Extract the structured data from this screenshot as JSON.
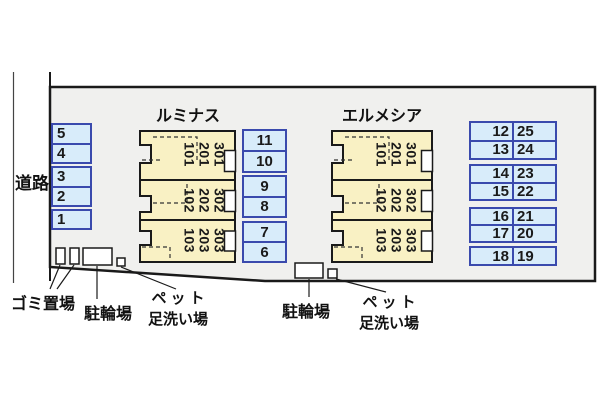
{
  "site_plan": {
    "road_label": "道路",
    "buildings": [
      {
        "name": "ルミナス",
        "units": [
          {
            "stack": [
              "301",
              "201",
              "101"
            ]
          },
          {
            "stack": [
              "302",
              "202",
              "102"
            ]
          },
          {
            "stack": [
              "303",
              "203",
              "103"
            ]
          }
        ]
      },
      {
        "name": "エルメシア",
        "units": [
          {
            "stack": [
              "301",
              "201",
              "101"
            ]
          },
          {
            "stack": [
              "302",
              "202",
              "102"
            ]
          },
          {
            "stack": [
              "303",
              "203",
              "103"
            ]
          }
        ]
      }
    ],
    "parking": {
      "left_column": [
        "5",
        "4",
        "3",
        "2",
        "1"
      ],
      "middle_column": [
        "11",
        "10",
        "9",
        "8",
        "7",
        "6"
      ],
      "right_grid": [
        [
          "12",
          "25"
        ],
        [
          "13",
          "24"
        ],
        [
          "14",
          "23"
        ],
        [
          "15",
          "22"
        ],
        [
          "16",
          "21"
        ],
        [
          "17",
          "20"
        ],
        [
          "18",
          "19"
        ]
      ]
    },
    "facilities": {
      "garbage_label": "ゴミ置場",
      "bicycle_label_1": "駐輪場",
      "bicycle_label_2": "駐輪場",
      "pet_wash_line1": "ペット",
      "pet_wash_line2": "足洗い場"
    },
    "colors": {
      "building_fill": "#f9f1c4",
      "parking_fill": "#d8ecfa",
      "parking_border": "#3a4aad",
      "plot_fill": "#f0f0ee",
      "outline": "#1a1a1a"
    }
  }
}
